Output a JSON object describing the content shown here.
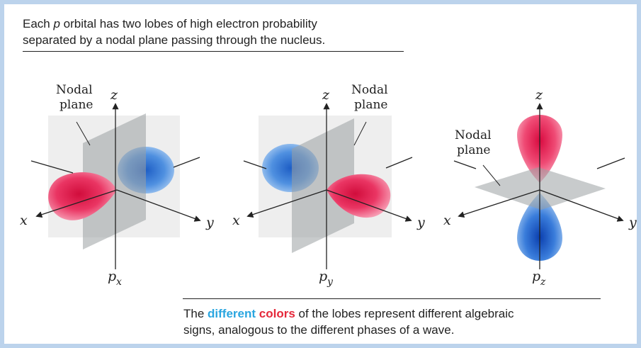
{
  "caption_top": {
    "prefix": "Each ",
    "p": "p",
    "rest_line1": " orbital has two lobes of high electron probability",
    "line2": "separated by a nodal plane passing through the nucleus."
  },
  "caption_bottom": {
    "the": "The ",
    "different": "different",
    "colors": "colors",
    "rest_line1": " of the lobes represent different algebraic",
    "line2": "signs, analogous to the different phases of a wave."
  },
  "orbitals": [
    {
      "p": "p",
      "sub": "x",
      "nodal_line1": "Nodal",
      "nodal_line2": "plane",
      "axis_x": "x",
      "axis_y": "y",
      "axis_z": "z"
    },
    {
      "p": "p",
      "sub": "y",
      "nodal_line1": "Nodal",
      "nodal_line2": "plane",
      "axis_x": "x",
      "axis_y": "y",
      "axis_z": "z"
    },
    {
      "p": "p",
      "sub": "z",
      "nodal_line1": "Nodal",
      "nodal_line2": "plane",
      "axis_x": "x",
      "axis_y": "y",
      "axis_z": "z"
    }
  ],
  "colors": {
    "positive_lobe": "#e8204f",
    "negative_lobe": "#2f6fd0",
    "nodal_plane": "#9aa0a2",
    "frame": "#bcd3ec",
    "highlight_blue": "#2aa6e0",
    "highlight_red": "#e5283a"
  }
}
